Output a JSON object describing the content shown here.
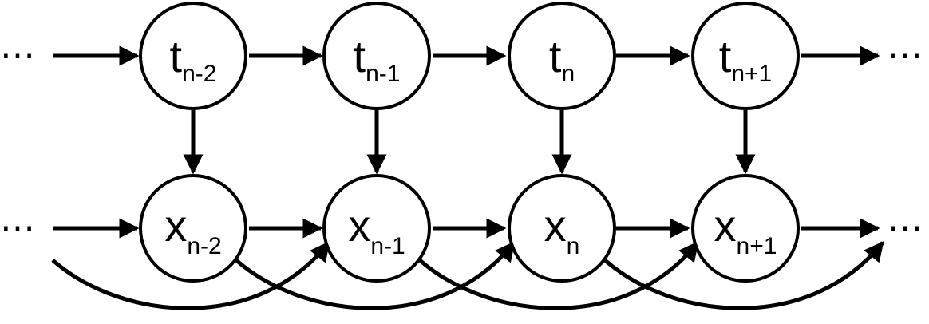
{
  "diagram": {
    "top_row": [
      {
        "base": "t",
        "sub": "n-2"
      },
      {
        "base": "t",
        "sub": "n-1"
      },
      {
        "base": "t",
        "sub": "n"
      },
      {
        "base": "t",
        "sub": "n+1"
      }
    ],
    "bottom_row": [
      {
        "base": "x",
        "sub": "n-2"
      },
      {
        "base": "x",
        "sub": "n-1"
      },
      {
        "base": "x",
        "sub": "n"
      },
      {
        "base": "x",
        "sub": "n+1"
      }
    ],
    "ellipsis": "⋯"
  }
}
